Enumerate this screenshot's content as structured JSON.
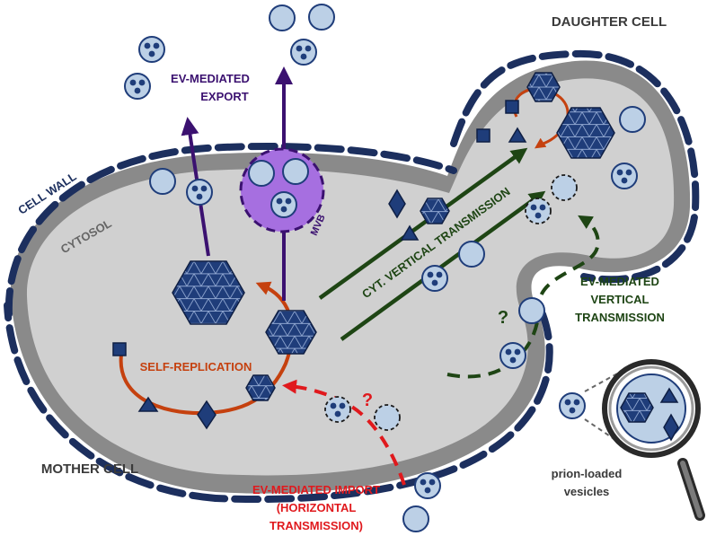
{
  "labels": {
    "daughter_cell": "DAUGHTER CELL",
    "mother_cell": "MOTHER CELL",
    "cell_wall": "CELL WALL",
    "cytosol": "CYTOSOL",
    "ev_export_1": "EV-MEDIATED",
    "ev_export_2": "EXPORT",
    "mvb": "MVB",
    "self_replication": "SELF-REPLICATION",
    "cyt_vertical": "CYT. VERTICAL TRANSMISSION",
    "ev_vertical_1": "EV-MEDIATED",
    "ev_vertical_2": "VERTICAL",
    "ev_vertical_3": "TRANSMISSION",
    "ev_import_1": "EV-MEDIATED IMPORT",
    "ev_import_2": "(HORIZONTAL",
    "ev_import_3": "TRANSMISSION)",
    "question_red": "?",
    "question_green": "?",
    "prion_loaded_1": "prion-loaded",
    "prion_loaded_2": "vesicles"
  },
  "colors": {
    "cell_wall": "#8a8a8a",
    "cytoplasm": "#d0d0d0",
    "wall_segments": "#1c2f5e",
    "prion": "#1f3d7a",
    "vesicle": "#bcd0e6",
    "replication": "#c5410f",
    "export": "#3b1170",
    "mvb": "#a66fe0",
    "vertical": "#1e4514",
    "import": "#e0191d"
  }
}
